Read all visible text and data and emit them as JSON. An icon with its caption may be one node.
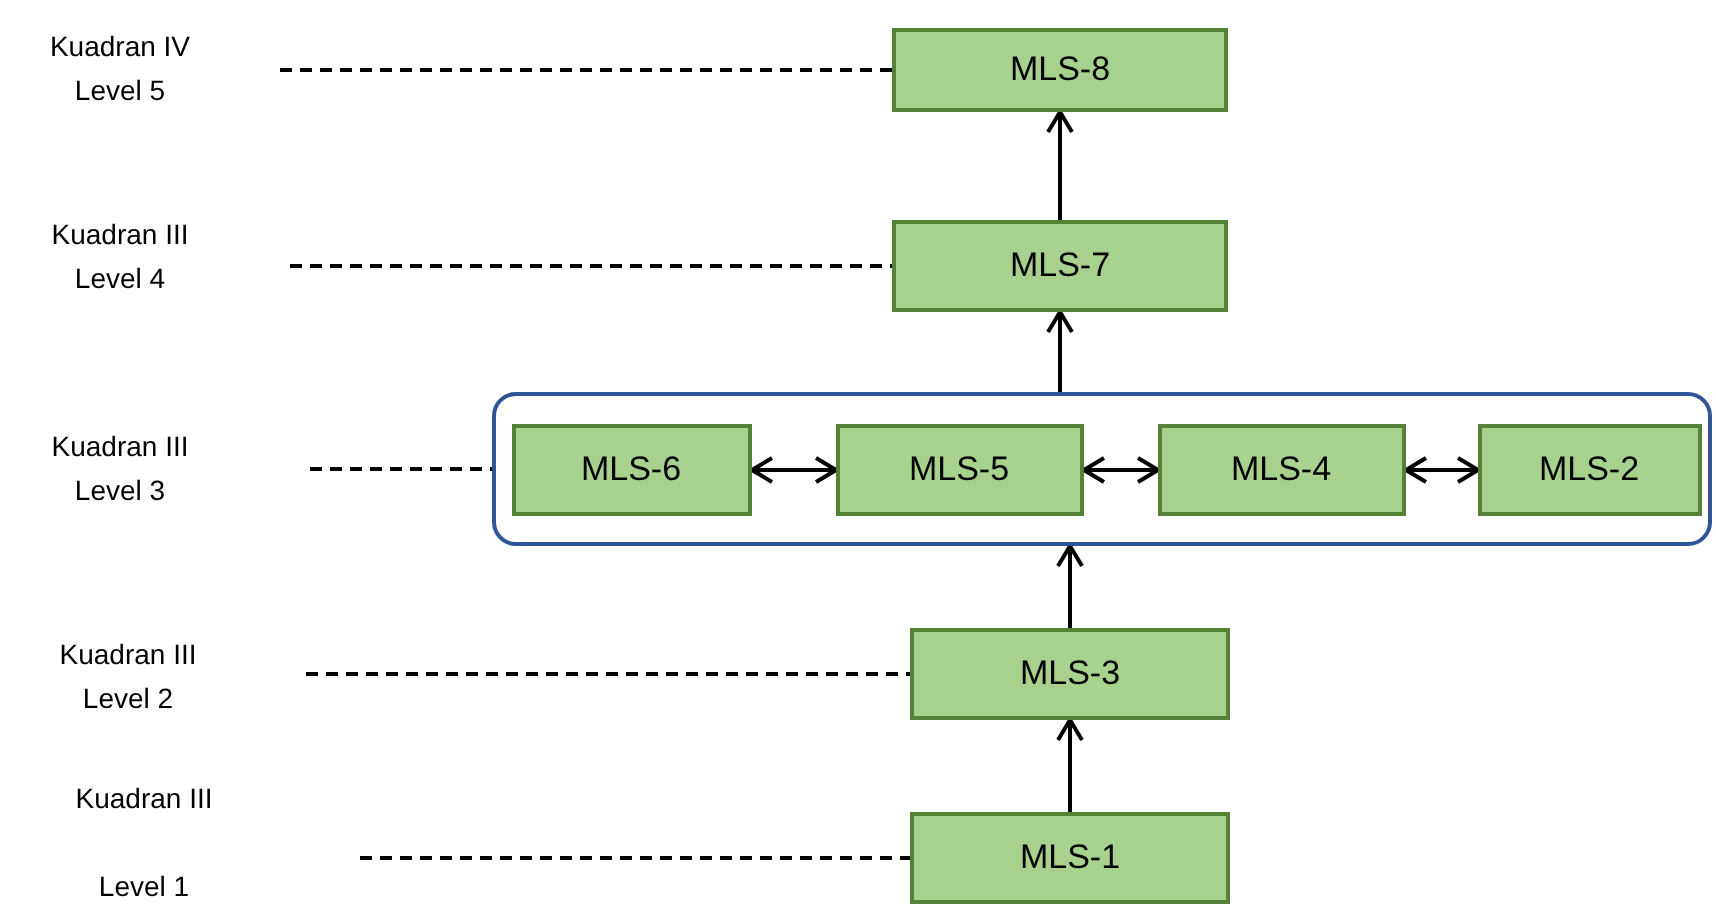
{
  "diagram": {
    "nodes": [
      {
        "text": [
          "Kuadran IV Level 5"
        ]
      },
      {
        "text": [
          "MLS-8"
        ]
      },
      {
        "text": [
          "Kuadran III Level 4"
        ]
      },
      {
        "text": [
          "MLS-7"
        ]
      },
      {
        "text": [
          "Kuadran III Level 3"
        ]
      },
      {
        "text": [],
        "shape": "box"
      },
      {
        "text": [
          "MLS-6"
        ],
        "in": 5
      },
      {
        "text": [
          "MLS-5"
        ],
        "in": 5
      },
      {
        "text": [
          "MLS-4"
        ],
        "in": 5
      },
      {
        "text": [
          "MLS-2"
        ],
        "in": 5
      },
      {
        "text": [
          "Kuadran III Level 2"
        ]
      },
      {
        "text": [
          "MLS-3"
        ]
      },
      {
        "text": [
          "Kuadran III",
          "Level 1"
        ]
      },
      {
        "text": [
          "MLS-1"
        ]
      }
    ],
    "edges": [
      {
        "from": 0,
        "to": 1,
        "arrow": "none",
        "style": "dashed"
      },
      {
        "from": 3,
        "to": 1,
        "arrow": "to"
      },
      {
        "from": 2,
        "to": 3,
        "arrow": "none",
        "style": "dashed"
      },
      {
        "from": 5,
        "to": 3,
        "arrow": "to"
      },
      {
        "from": 4,
        "to": 5,
        "arrow": "none",
        "style": "dashed"
      },
      {
        "from": 6,
        "to": 7,
        "arrow": "both"
      },
      {
        "from": 7,
        "to": 8,
        "arrow": "both"
      },
      {
        "from": 8,
        "to": 9,
        "arrow": "both"
      },
      {
        "from": 11,
        "to": 5,
        "arrow": "to"
      },
      {
        "from": 10,
        "to": 11,
        "arrow": "none",
        "style": "dashed"
      },
      {
        "from": 13,
        "to": 11,
        "arrow": "to"
      },
      {
        "from": 12,
        "to": 13,
        "arrow": "none",
        "style": "dashed"
      }
    ]
  }
}
